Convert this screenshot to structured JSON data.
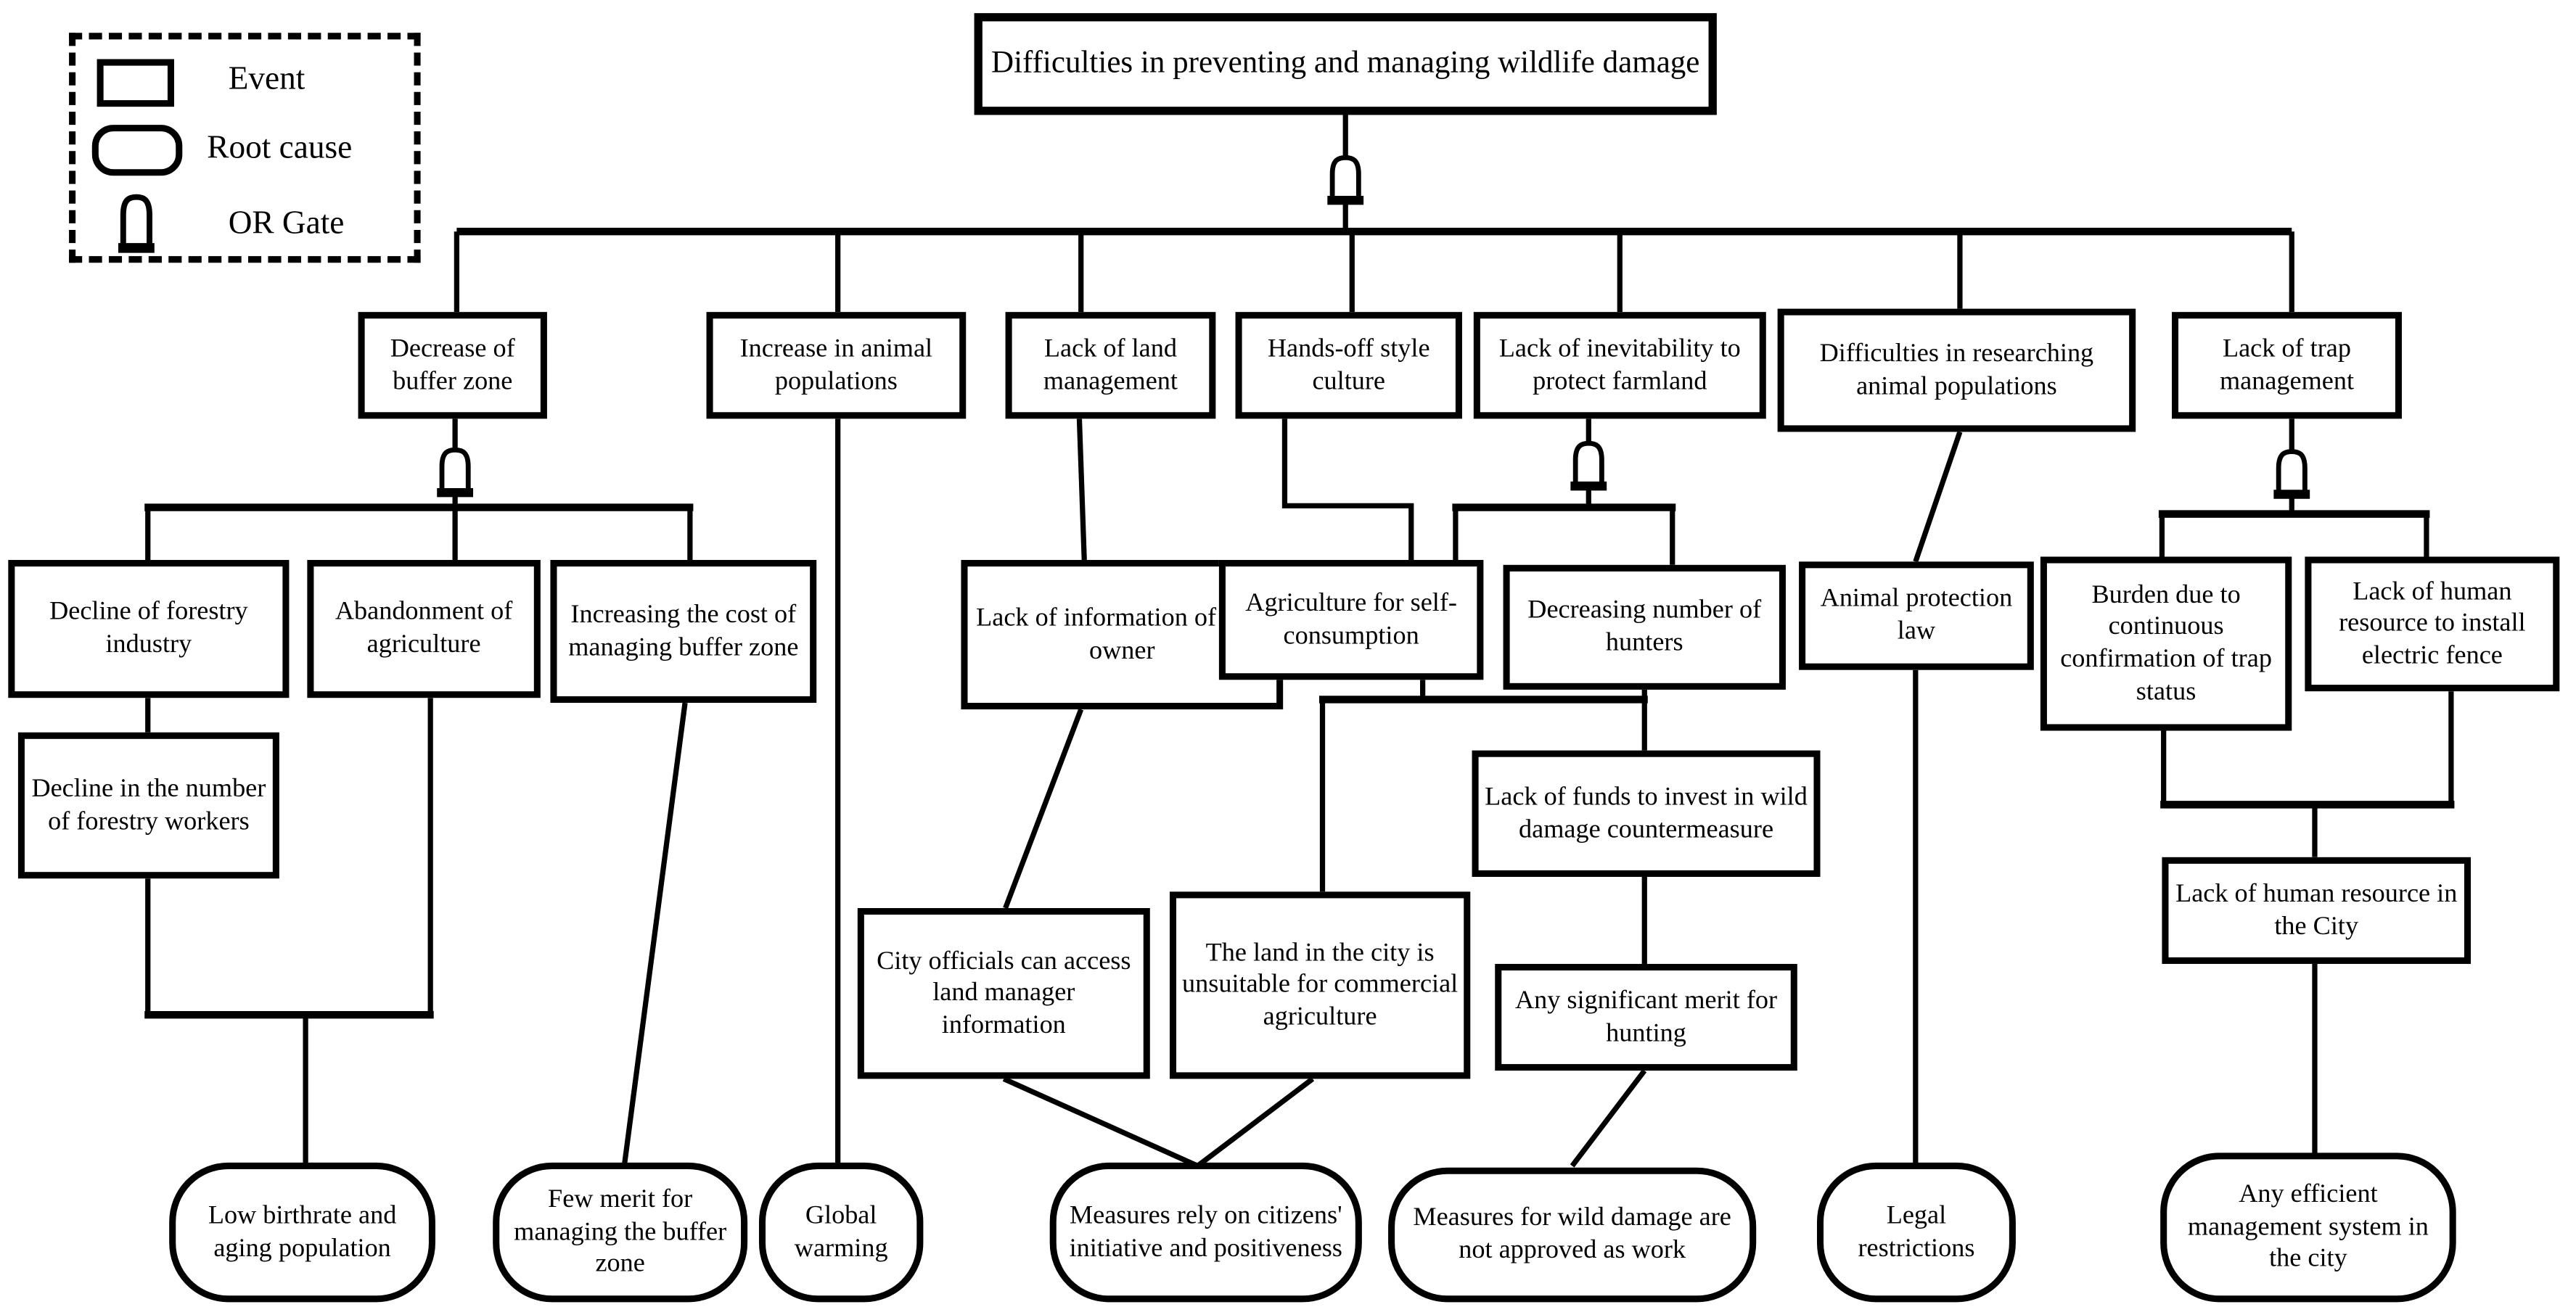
{
  "diagram_title": "Fault tree: difficulties in preventing and managing wildlife damage",
  "legend": {
    "items": [
      {
        "shape": "event-rectangle",
        "label": "Event"
      },
      {
        "shape": "root-cause-rounded",
        "label": "Root cause"
      },
      {
        "shape": "or-gate",
        "label": "OR Gate"
      }
    ]
  },
  "colors": {
    "line": "#000000",
    "background": "#ffffff"
  },
  "nodes": {
    "top_event": {
      "type": "event",
      "label": "Difficulties in preventing and managing wildlife damage"
    },
    "decrease_buffer": {
      "type": "event",
      "label": "Decrease of buffer zone"
    },
    "increase_animal": {
      "type": "event",
      "label": "Increase in animal populations"
    },
    "lack_land": {
      "type": "event",
      "label": "Lack of land management"
    },
    "hands_off": {
      "type": "event",
      "label": "Hands-off style culture"
    },
    "lack_inevitability": {
      "type": "event",
      "label": "Lack of inevitability to protect farmland"
    },
    "difficulties_research": {
      "type": "event",
      "label": "Difficulties in researching animal populations"
    },
    "lack_trap": {
      "type": "event",
      "label": "Lack of trap management"
    },
    "decline_forestry": {
      "type": "event",
      "label": "Decline of forestry industry"
    },
    "abandonment": {
      "type": "event",
      "label": "Abandonment of agriculture"
    },
    "increasing_cost": {
      "type": "event",
      "label": "Increasing the cost of managing buffer zone"
    },
    "info_land_owner": {
      "type": "event",
      "label": "Lack of information of land owner"
    },
    "agriculture_self": {
      "type": "event",
      "label": "Agriculture for self-consumption"
    },
    "decreasing_hunters": {
      "type": "event",
      "label": "Decreasing number of hunters"
    },
    "animal_law": {
      "type": "event",
      "label": "Animal protection law"
    },
    "burden_trap": {
      "type": "event",
      "label": "Burden due to continuous confirmation of trap status"
    },
    "lack_human_fence": {
      "type": "event",
      "label": "Lack of human resource to install electric fence"
    },
    "decline_workers": {
      "type": "event",
      "label": "Decline in the number of forestry workers"
    },
    "lack_funds": {
      "type": "event",
      "label": "Lack of funds to invest in wild damage countermeasure"
    },
    "lack_human_city": {
      "type": "event",
      "label": "Lack of human resource in the City"
    },
    "city_officials": {
      "type": "event",
      "label": "City officials can access land manager information"
    },
    "land_unsuitable": {
      "type": "event",
      "label": "The land in the city is unsuitable for commercial agriculture"
    },
    "merit_hunting": {
      "type": "event",
      "label": "Any significant merit for hunting"
    },
    "low_birthrate": {
      "type": "root_cause",
      "label": "Low birthrate and aging population"
    },
    "few_merit": {
      "type": "root_cause",
      "label": "Few merit for managing the buffer zone"
    },
    "global_warming": {
      "type": "root_cause",
      "label": "Global warming"
    },
    "measures_rely": {
      "type": "root_cause",
      "label": "Measures rely on citizens' initiative and positiveness"
    },
    "measures_wild": {
      "type": "root_cause",
      "label": "Measures for wild damage are not approved as work"
    },
    "legal_restrictions": {
      "type": "root_cause",
      "label": "Legal restrictions"
    },
    "any_efficient": {
      "type": "root_cause",
      "label": "Any efficient management system in the city"
    }
  }
}
